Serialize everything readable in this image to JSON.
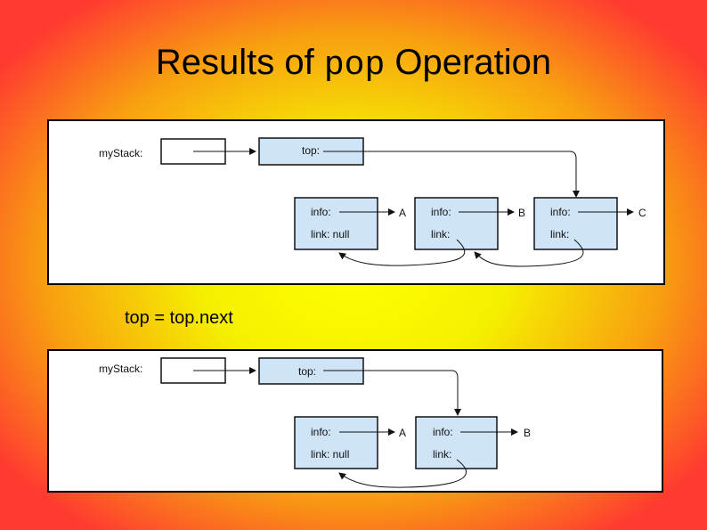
{
  "title": {
    "prefix": "Results of ",
    "code": "pop",
    "suffix": " Operation"
  },
  "caption": "top = top.next",
  "diagram_before": {
    "stack_label": "myStack:",
    "top_label": "top:",
    "nodes": [
      {
        "info": "info:",
        "link": "link: null",
        "value": "A"
      },
      {
        "info": "info:",
        "link": "link:",
        "value": "B"
      },
      {
        "info": "info:",
        "link": "link:",
        "value": "C"
      }
    ]
  },
  "diagram_after": {
    "stack_label": "myStack:",
    "top_label": "top:",
    "nodes": [
      {
        "info": "info:",
        "link": "link: null",
        "value": "A"
      },
      {
        "info": "info:",
        "link": "link:",
        "value": "B"
      }
    ]
  },
  "colors": {
    "node_fill": "#cfe4f6",
    "panel": "#ffffff",
    "center": "#ffff00",
    "edge": "#ff3b30"
  }
}
